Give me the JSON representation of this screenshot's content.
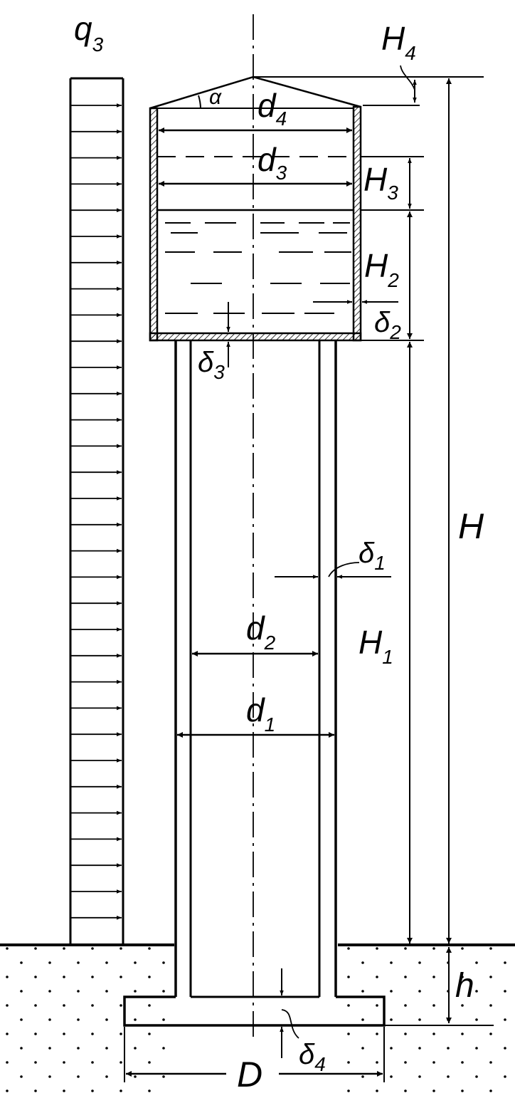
{
  "labels": {
    "q3": {
      "main": "q",
      "sub": "3"
    },
    "H4": {
      "main": "H",
      "sub": "4"
    },
    "alpha": {
      "main": "α"
    },
    "d4": {
      "main": "d",
      "sub": "4"
    },
    "d3": {
      "main": "d",
      "sub": "3"
    },
    "H3": {
      "main": "H",
      "sub": "3"
    },
    "H2": {
      "main": "H",
      "sub": "2"
    },
    "delta2": {
      "main": "δ",
      "sub": "2"
    },
    "delta3": {
      "main": "δ",
      "sub": "3"
    },
    "H": {
      "main": "H"
    },
    "delta1": {
      "main": "δ",
      "sub": "1"
    },
    "d2": {
      "main": "d",
      "sub": "2"
    },
    "H1": {
      "main": "H",
      "sub": "1"
    },
    "d1": {
      "main": "d",
      "sub": "1"
    },
    "h": {
      "main": "h"
    },
    "delta4": {
      "main": "δ",
      "sub": "4"
    },
    "D": {
      "main": "D"
    }
  },
  "colors": {
    "line": "#000000",
    "background": "#ffffff"
  }
}
